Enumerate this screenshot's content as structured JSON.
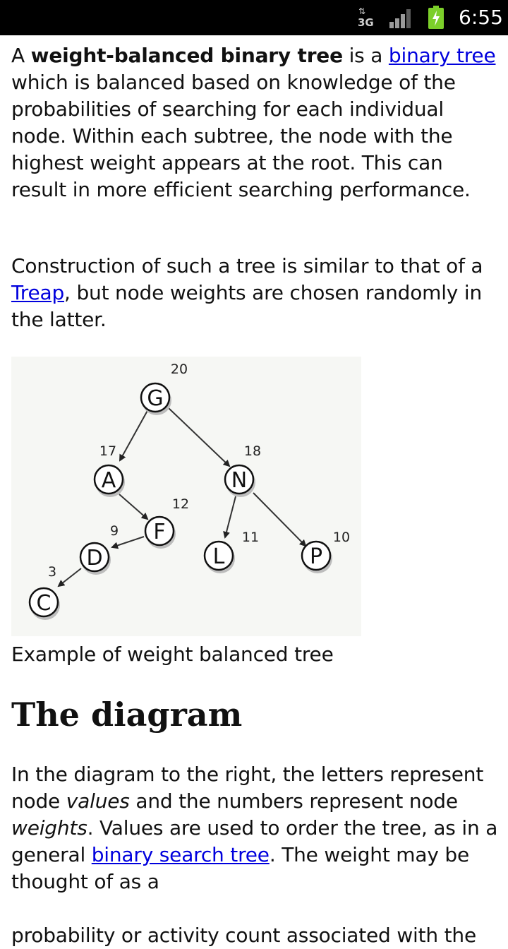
{
  "status_bar": {
    "network": "3G",
    "time": "6:55"
  },
  "article": {
    "p1": {
      "t1": "A ",
      "bold": "weight-balanced binary tree",
      "t2": " is a ",
      "link1": "binary tree",
      "t3": " which is balanced based on knowledge of the probabilities of searching for each individual node. Within each subtree, the node with the highest weight appears at the root. This can result in more efficient searching performance."
    },
    "p2": {
      "t1": "Construction of such a tree is similar to that of a ",
      "link": "Treap",
      "t2": ", but node weights are chosen randomly in the latter."
    },
    "figure": {
      "nodes": [
        {
          "label": "G",
          "weight": "20"
        },
        {
          "label": "A",
          "weight": "17"
        },
        {
          "label": "N",
          "weight": "18"
        },
        {
          "label": "F",
          "weight": "12"
        },
        {
          "label": "D",
          "weight": "9"
        },
        {
          "label": "L",
          "weight": "11"
        },
        {
          "label": "P",
          "weight": "10"
        },
        {
          "label": "C",
          "weight": "3"
        }
      ],
      "caption": "Example of weight balanced tree"
    },
    "section_heading": "The diagram",
    "p3": {
      "t1": "In the diagram to the right, the letters represent node ",
      "em1": "values",
      "t2": " and the numbers represent node ",
      "em2": "weights",
      "t3": ". Values are used to order the tree, as in a general ",
      "link": "binary search tree",
      "t4": ". The weight may be thought of as a"
    },
    "p4_partial": "probability or activity count associated with the"
  },
  "colors": {
    "link": "#0000dd",
    "status_bar_bg": "#000000",
    "battery": "#7ccf2a"
  }
}
